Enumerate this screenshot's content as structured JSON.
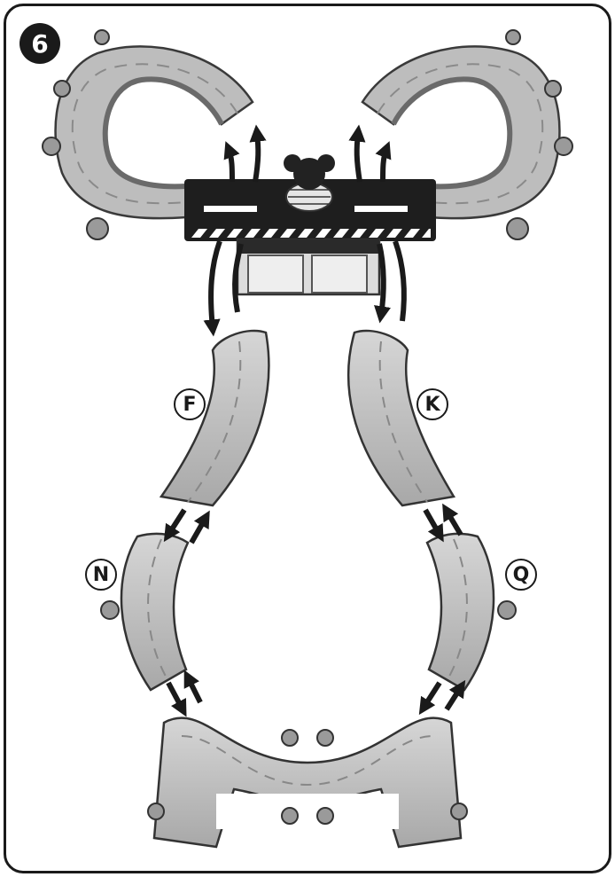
{
  "step": {
    "number": "6"
  },
  "labels": {
    "f": "F",
    "k": "K",
    "n": "N",
    "q": "Q"
  },
  "colors": {
    "track_fill": "#c9c9c9",
    "track_edge": "#3a3a3a",
    "base_dark": "#1e1e1e",
    "arrow": "#1a1a1a"
  }
}
